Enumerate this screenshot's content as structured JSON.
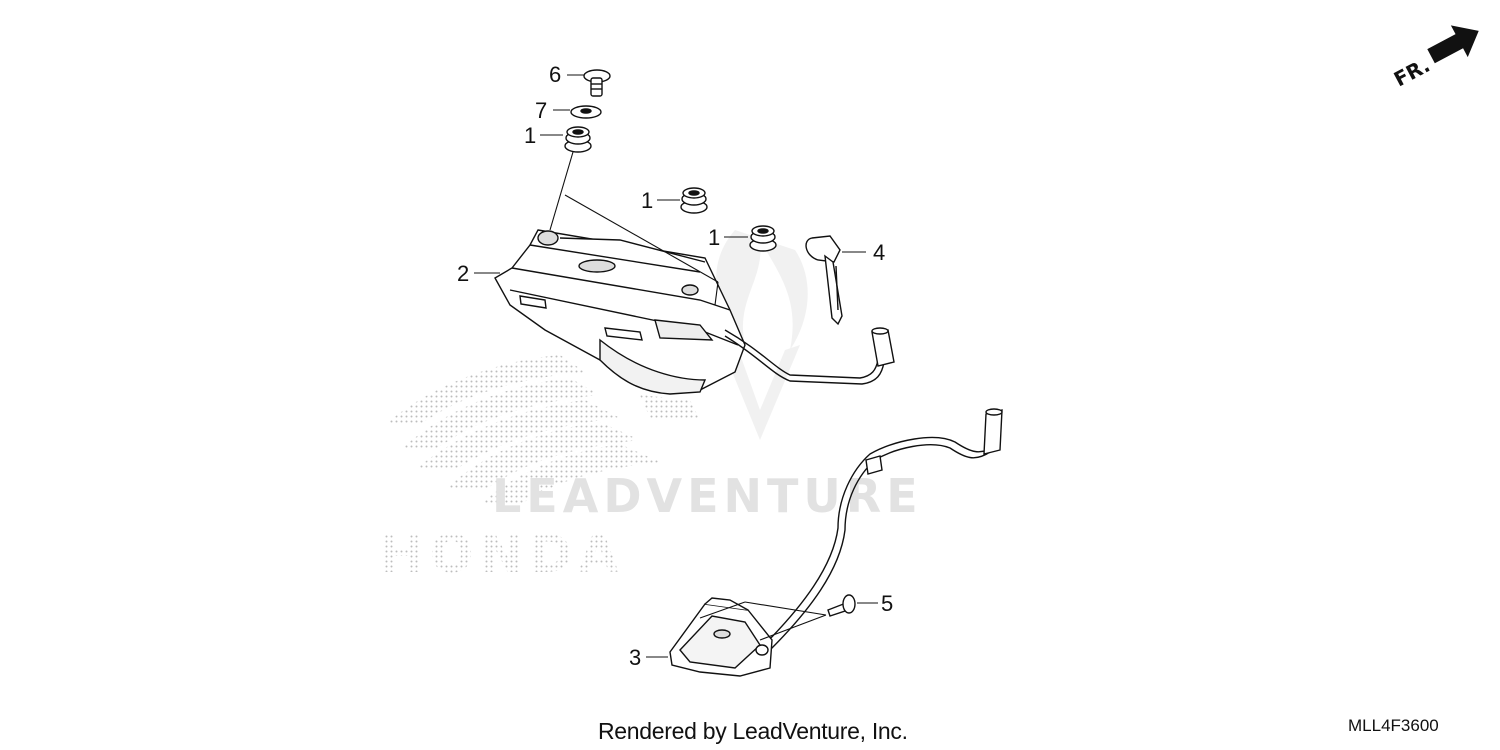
{
  "diagram": {
    "callouts": [
      {
        "id": "callout-6a",
        "text": "6"
      },
      {
        "id": "callout-7a",
        "text": "7"
      },
      {
        "id": "callout-1a",
        "text": "1"
      },
      {
        "id": "callout-1b",
        "text": "1"
      },
      {
        "id": "callout-1c",
        "text": "1"
      },
      {
        "id": "callout-4a",
        "text": "4"
      },
      {
        "id": "callout-2a",
        "text": "2"
      },
      {
        "id": "callout-5a",
        "text": "5"
      },
      {
        "id": "callout-3a",
        "text": "3"
      }
    ],
    "direction_label": "FR.",
    "watermark_brand": "HONDA",
    "watermark_dealer": "LEADVENTURE"
  },
  "footer": {
    "credit": "Rendered by LeadVenture, Inc.",
    "code": "MLL4F3600"
  },
  "colors": {
    "line": "#111111",
    "watermark": "#c8c8c8",
    "background": "#ffffff"
  }
}
